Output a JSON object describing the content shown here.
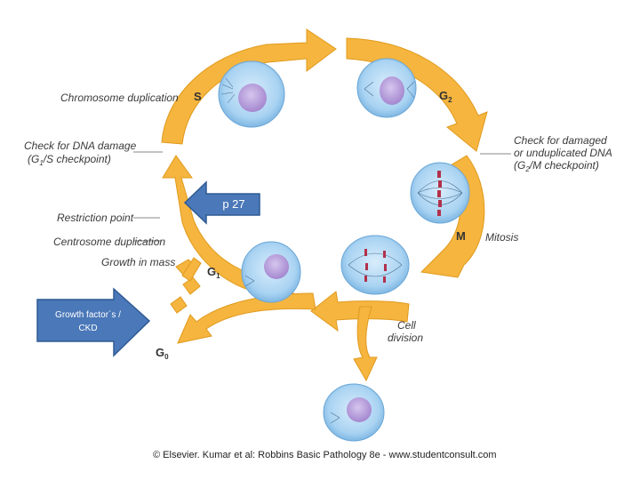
{
  "labels": {
    "chromosome_duplication": "Chromosome duplication",
    "check_dna_damage": "Check for DNA damage",
    "g1s_checkpoint_pre": "(G",
    "g1s_checkpoint_sub": "1",
    "g1s_checkpoint_post": "/S checkpoint)",
    "restriction_point": "Restriction point",
    "centrosome_duplication": "Centrosome duplication",
    "growth_in_mass": "Growth in mass",
    "check_damaged_1": "Check for damaged",
    "check_damaged_2": "or unduplicated DNA",
    "g2m_checkpoint_pre": "(G",
    "g2m_checkpoint_sub": "2",
    "g2m_checkpoint_post": "/M checkpoint)",
    "mitosis": "Mitosis",
    "cell_division_1": "Cell",
    "cell_division_2": "division"
  },
  "phases": {
    "s": "S",
    "g2_main": "G",
    "g2_sub": "2",
    "m": "M",
    "g1_main": "G",
    "g1_sub": "1",
    "g0_main": "G",
    "g0_sub": "0"
  },
  "callouts": {
    "p27": "p 27",
    "growth_factors_1": "Growth factor´s /",
    "growth_factors_2": "CKD"
  },
  "credit": "© Elsevier. Kumar et al: Robbins Basic Pathology 8e - www.studentconsult.com",
  "colors": {
    "arrow": "#f5b53f",
    "arrow_edge": "#e09a1c",
    "cell": "#a9d3f2",
    "cell_edge": "#6aa6d6",
    "nucleus": "#b59ad8",
    "callout": "#4a78b8",
    "callout_edge": "#2f5a94"
  }
}
